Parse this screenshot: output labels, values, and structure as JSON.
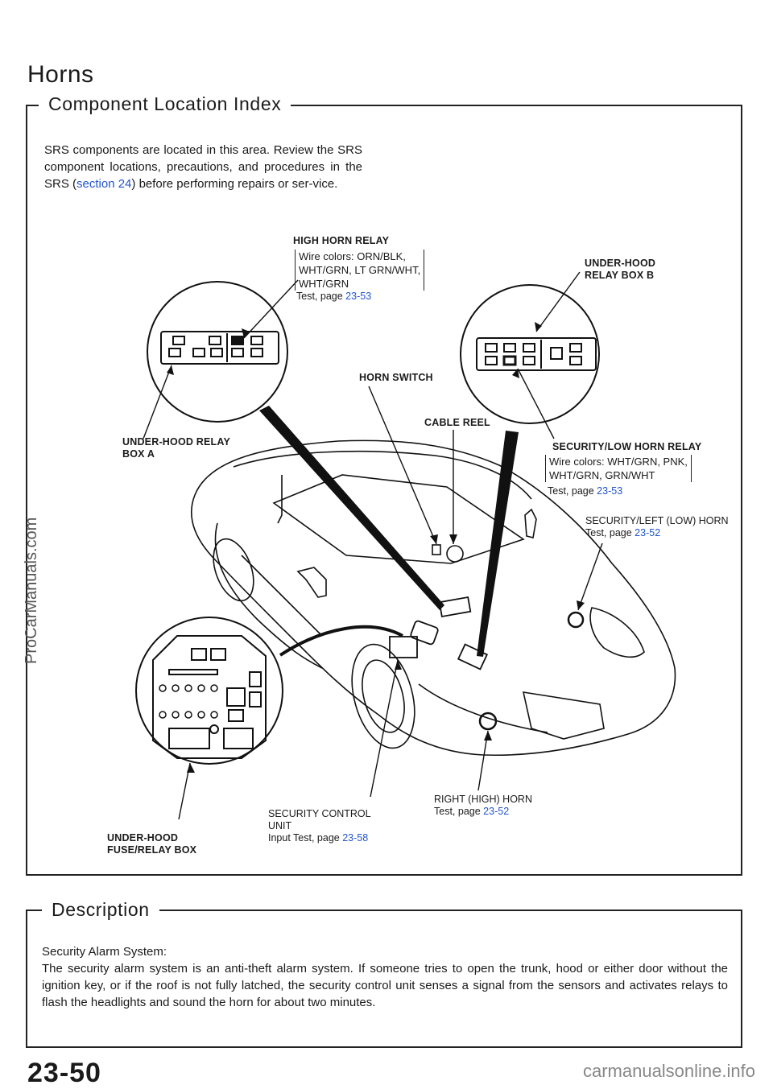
{
  "page": {
    "title": "Horns",
    "page_number": "23-50",
    "watermark_side": "ProCarManuals.com",
    "watermark_bottom": "carmanualsonline.info"
  },
  "location_index": {
    "heading": "Component Location Index",
    "intro_before_link": "SRS components are located in this area. Review the SRS component locations, precautions, and procedures in the SRS (",
    "intro_link": "section 24",
    "intro_after_link": ") before performing repairs or ser-vice."
  },
  "callouts": {
    "high_horn_relay": {
      "title": "HIGH HORN RELAY",
      "wire_line1": "Wire colors: ORN/BLK,",
      "wire_line2": "WHT/GRN, LT GRN/WHT,",
      "wire_line3": "WHT/GRN",
      "test_label": "Test, page",
      "test_page": "23-53"
    },
    "under_hood_relay_box_b": {
      "line1": "UNDER-HOOD",
      "line2": "RELAY BOX B"
    },
    "horn_switch": "HORN SWITCH",
    "cable_reel": "CABLE REEL",
    "under_hood_relay_box_a": {
      "line1": "UNDER-HOOD RELAY",
      "line2": "BOX A"
    },
    "security_low_horn_relay": {
      "title": "SECURITY/LOW HORN RELAY",
      "wire_line1": "Wire colors: WHT/GRN, PNK,",
      "wire_line2": "WHT/GRN, GRN/WHT",
      "test_label": "Test, page",
      "test_page": "23-53"
    },
    "security_left_low_horn": {
      "title": "SECURITY/LEFT (LOW) HORN",
      "test_label": "Test, page",
      "test_page": "23-52"
    },
    "right_high_horn": {
      "title": "RIGHT (HIGH) HORN",
      "test_label": "Test, page",
      "test_page": "23-52"
    },
    "security_control_unit": {
      "line1": "SECURITY CONTROL",
      "line2": "UNIT",
      "test_label": "Input Test, page",
      "test_page": "23-58"
    },
    "under_hood_fuse_relay_box": {
      "line1": "UNDER-HOOD",
      "line2": "FUSE/RELAY BOX"
    }
  },
  "description": {
    "heading": "Description",
    "subheading": "Security Alarm System:",
    "body": "The security alarm system is an anti-theft alarm system. If someone tries to open the trunk, hood or either door without the ignition key, or if the roof is not fully latched, the security control unit senses a signal from the sensors and activates relays to flash the headlights and sound the horn for about two minutes."
  },
  "colors": {
    "link": "#2255cc",
    "ink": "#1a1a1a"
  },
  "icons": [
    "relay-box-a-icon",
    "relay-box-b-icon",
    "fuse-relay-box-icon",
    "car-illustration-icon"
  ]
}
